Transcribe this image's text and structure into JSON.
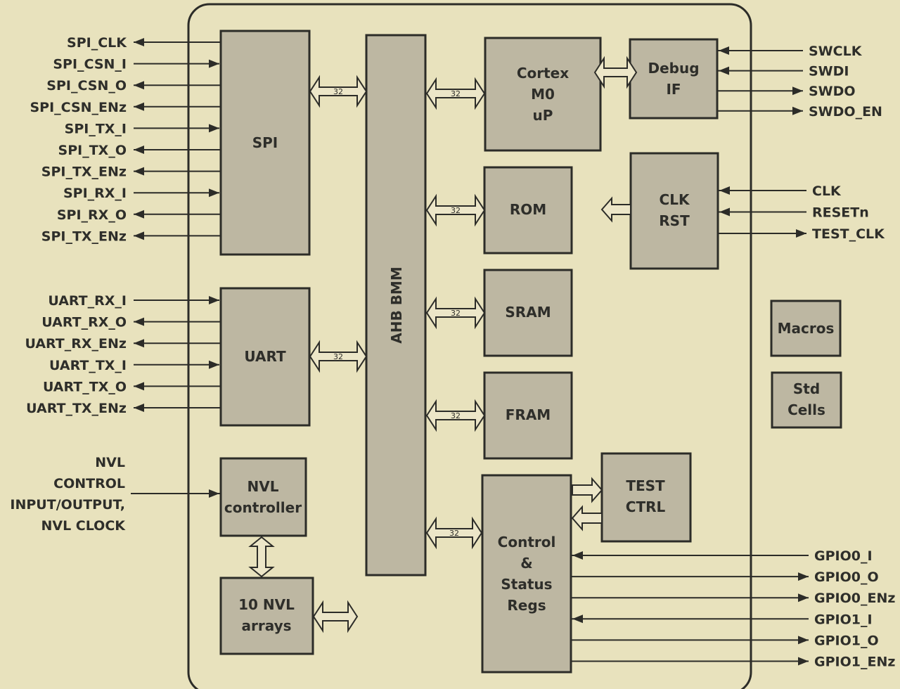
{
  "blocks": {
    "spi": "SPI",
    "uart": "UART",
    "nvl_controller": [
      "NVL",
      "controller"
    ],
    "nvl_arrays": [
      "10 NVL",
      "arrays"
    ],
    "ahb": "AHB BMM",
    "cortex": [
      "Cortex",
      "M0",
      "uP"
    ],
    "debug": [
      "Debug",
      "IF"
    ],
    "rom": "ROM",
    "sram": "SRAM",
    "fram": "FRAM",
    "clk_rst": [
      "CLK",
      "RST"
    ],
    "macros": "Macros",
    "std_cells": [
      "Std",
      "Cells"
    ],
    "test_ctrl": [
      "TEST",
      "CTRL"
    ],
    "control_status": [
      "Control",
      "&",
      "Status",
      "Regs"
    ]
  },
  "bus_width": "32",
  "spi_signals": [
    {
      "label": "SPI_CLK",
      "dir": "out"
    },
    {
      "label": "SPI_CSN_I",
      "dir": "in"
    },
    {
      "label": "SPI_CSN_O",
      "dir": "out"
    },
    {
      "label": "SPI_CSN_ENz",
      "dir": "out"
    },
    {
      "label": "SPI_TX_I",
      "dir": "in"
    },
    {
      "label": "SPI_TX_O",
      "dir": "out"
    },
    {
      "label": "SPI_TX_ENz",
      "dir": "out"
    },
    {
      "label": "SPI_RX_I",
      "dir": "in"
    },
    {
      "label": "SPI_RX_O",
      "dir": "out"
    },
    {
      "label": "SPI_TX_ENz",
      "dir": "out"
    }
  ],
  "uart_signals": [
    {
      "label": "UART_RX_I",
      "dir": "in"
    },
    {
      "label": "UART_RX_O",
      "dir": "out"
    },
    {
      "label": "UART_RX_ENz",
      "dir": "out"
    },
    {
      "label": "UART_TX_I",
      "dir": "in"
    },
    {
      "label": "UART_TX_O",
      "dir": "out"
    },
    {
      "label": "UART_TX_ENz",
      "dir": "out"
    }
  ],
  "nvl_signal": [
    "NVL",
    "CONTROL",
    "INPUT/OUTPUT,",
    "NVL CLOCK"
  ],
  "debug_signals": [
    {
      "label": "SWCLK",
      "dir": "in"
    },
    {
      "label": "SWDI",
      "dir": "in"
    },
    {
      "label": "SWDO",
      "dir": "out"
    },
    {
      "label": "SWDO_EN",
      "dir": "out"
    }
  ],
  "clk_signals": [
    {
      "label": "CLK",
      "dir": "in"
    },
    {
      "label": "RESETn",
      "dir": "in"
    },
    {
      "label": "TEST_CLK",
      "dir": "out"
    }
  ],
  "gpio_signals": [
    {
      "label": "GPIO0_I",
      "dir": "in"
    },
    {
      "label": "GPIO0_O",
      "dir": "out"
    },
    {
      "label": "GPIO0_ENz",
      "dir": "out"
    },
    {
      "label": "GPIO1_I",
      "dir": "in"
    },
    {
      "label": "GPIO1_O",
      "dir": "out"
    },
    {
      "label": "GPIO1_ENz",
      "dir": "out"
    }
  ]
}
